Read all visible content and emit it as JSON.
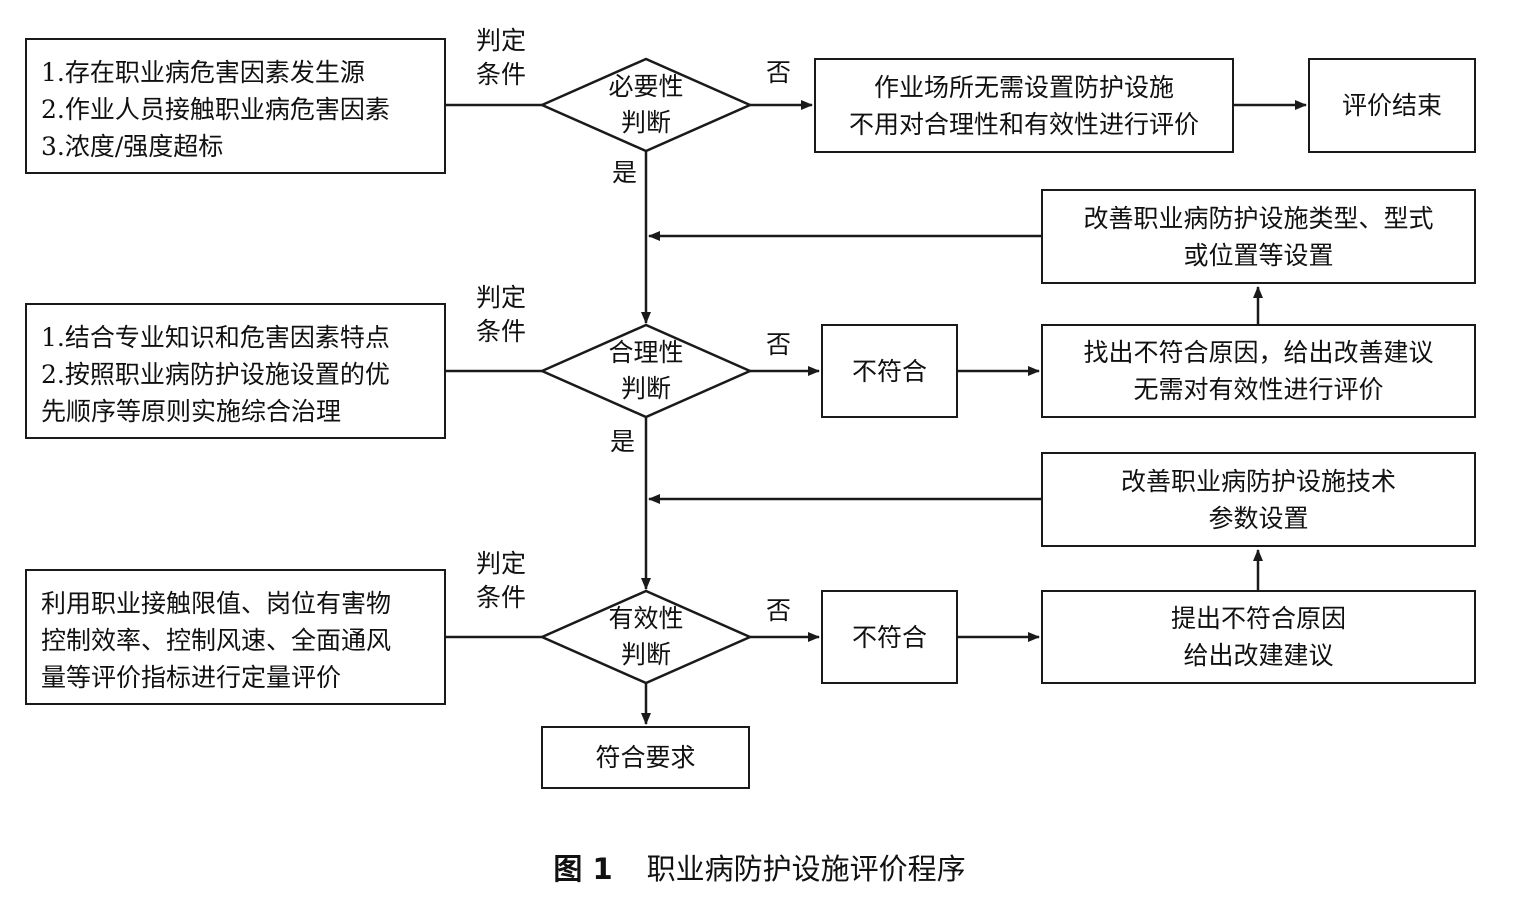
{
  "criteria": {
    "c1": [
      "1.存在职业病危害因素发生源",
      "2.作业人员接触职业病危害因素",
      "3.浓度/强度超标"
    ],
    "c2": [
      "1.结合专业知识和危害因素特点",
      "2.按照职业病防护设施设置的优",
      "先顺序等原则实施综合治理"
    ],
    "c3": [
      "利用职业接触限值、岗位有害物",
      "控制效率、控制风速、全面通风",
      "量等评价指标进行定量评价"
    ]
  },
  "condition_label": [
    "判定",
    "条件"
  ],
  "decisions": {
    "d1": [
      "必要性",
      "判断"
    ],
    "d2": [
      "合理性",
      "判断"
    ],
    "d3": [
      "有效性",
      "判断"
    ]
  },
  "yes_label": "是",
  "no_label": "否",
  "boxes": {
    "no_need": [
      "作业场所无需设置防护设施",
      "不用对合理性和有效性进行评价"
    ],
    "end": "评价结束",
    "improve_type": [
      "改善职业病防护设施类型、型式",
      "或位置等设置"
    ],
    "not_compliant": "不符合",
    "find_reason": [
      "找出不符合原因，给出改善建议",
      "无需对有效性进行评价"
    ],
    "improve_param": [
      "改善职业病防护设施技术",
      "参数设置"
    ],
    "propose_reason": [
      "提出不符合原因",
      "给出改建建议"
    ],
    "compliant": "符合要求"
  },
  "caption": {
    "number": "图 1",
    "title": "职业病防护设施评价程序"
  }
}
